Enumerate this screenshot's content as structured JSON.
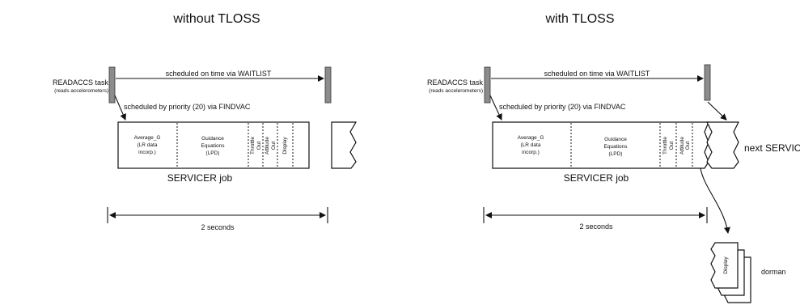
{
  "left": {
    "title": "without TLOSS",
    "task_label_1": "READACCS task",
    "task_label_2": "(reads accelerometers)",
    "scheduled_on_time": "scheduled on time via WAITLIST",
    "scheduled_by_priority": "scheduled by priority (20) via FINDVAC",
    "seg_average_1": "Average_G",
    "seg_average_2": "(LR data",
    "seg_average_3": "incorp.)",
    "seg_guidance_1": "Guidance",
    "seg_guidance_2": "Equations",
    "seg_guidance_3": "(LPD)",
    "seg_throttle_1": "Throttle",
    "seg_throttle_2": "Out",
    "seg_attitude_1": "Attitude",
    "seg_attitude_2": "Out",
    "seg_display": "Display",
    "job_label": "SERVICER job",
    "duration": "2 seconds"
  },
  "right": {
    "title": "with TLOSS",
    "task_label_1": "READACCS task",
    "task_label_2": "(reads accelerometers)",
    "scheduled_on_time": "scheduled on time via WAITLIST",
    "scheduled_by_priority": "scheduled by priority (20) via FINDVAC",
    "seg_average_1": "Average_G",
    "seg_average_2": "(LR data",
    "seg_average_3": "incorp.)",
    "seg_guidance_1": "Guidance",
    "seg_guidance_2": "Equations",
    "seg_guidance_3": "(LPD)",
    "seg_throttle_1": "Throttle",
    "seg_throttle_2": "Out",
    "seg_attitude_1": "Attitude",
    "seg_attitude_2": "Out",
    "job_label": "SERVICER job",
    "next_servicer": "next SERVICER",
    "duration": "2 seconds",
    "display_stack": "Display",
    "dormant": "dorman"
  }
}
